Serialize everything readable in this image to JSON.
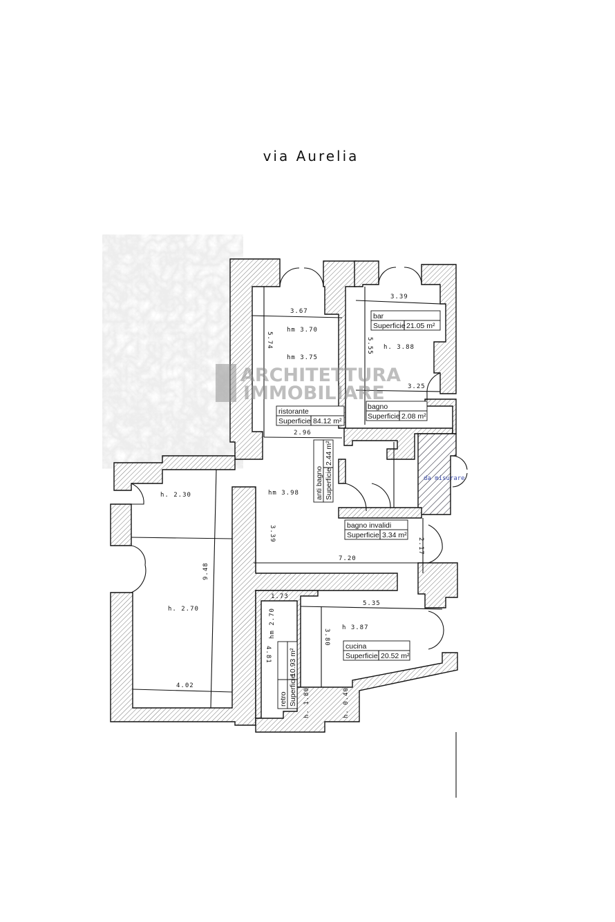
{
  "title": "via Aurelia",
  "watermark": {
    "line1": "ARCHITETTURA",
    "line2": "IMMOBILIARE"
  },
  "area_label": "Superficie",
  "rooms": {
    "ristorante": {
      "name": "ristorante",
      "area": "84.12 m²",
      "height1": "hm 3.70",
      "height2": "hm 3.75",
      "height3": "hm 3.98"
    },
    "bar": {
      "name": "bar",
      "area": "21.05 m²",
      "height": "h. 3.88"
    },
    "bagno": {
      "name": "bagno",
      "area": "2.08 m²"
    },
    "anti_bagno": {
      "name": "anti bagno",
      "area": "2.44 m²"
    },
    "bagno_invalidi": {
      "name": "bagno invalidi",
      "area": "3.34 m²"
    },
    "cucina": {
      "name": "cucina",
      "area": "20.52 m²",
      "height": "h 3.87"
    },
    "retro": {
      "name": "retro",
      "area": "10.93 m²",
      "height": "hm 2.70"
    },
    "left_upper": {
      "height": "h. 2.30"
    },
    "left_lower": {
      "height": "h. 2.70"
    },
    "nook": {
      "height1": "h. 1.80",
      "height2": "h. 0.40"
    }
  },
  "note": "da misurare",
  "dimensions": {
    "d367": "3.67",
    "d574": "5.74",
    "d296": "2.96",
    "d339a": "3.39",
    "d555": "5.55",
    "d325": "3.25",
    "d339b": "3.39",
    "d720": "7.20",
    "d217": "2.17",
    "d948": "9.48",
    "d402": "4.02",
    "d173": "1.73",
    "d481": "4.81",
    "d380": "3.80",
    "d535": "5.35"
  }
}
